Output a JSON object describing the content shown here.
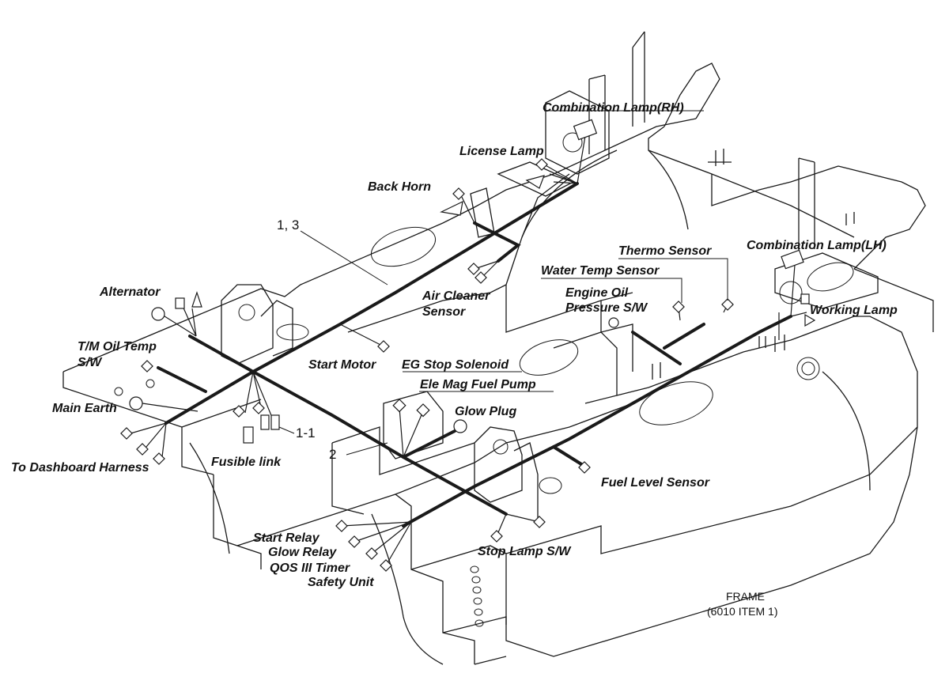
{
  "labels": {
    "combination_lamp_rh": "Combination Lamp(RH)",
    "license_lamp": "License Lamp",
    "back_horn": "Back Horn",
    "ref_1_3": "1, 3",
    "alternator": "Alternator",
    "air_cleaner_1": "Air Cleaner",
    "air_cleaner_2": "Sensor",
    "thermo_sensor": "Thermo Sensor",
    "combination_lamp_lh": "Combination Lamp(LH)",
    "water_temp_sensor": "Water Temp Sensor",
    "engine_oil_1": "Engine Oil",
    "engine_oil_2": "Pressure S/W",
    "working_lamp": "Working Lamp",
    "tm_oil_temp_1": "T/M Oil Temp",
    "tm_oil_temp_2": "S/W",
    "start_motor": "Start Motor",
    "eg_stop_solenoid": "EG Stop Solenoid",
    "ele_mag_fuel_pump": "Ele Mag Fuel Pump",
    "glow_plug": "Glow Plug",
    "main_earth": "Main Earth",
    "ref_1_1": "1-1",
    "ref_2": "2",
    "to_dashboard_harness": "To Dashboard Harness",
    "fusible_link": "Fusible link",
    "fuel_level_sensor": "Fuel Level Sensor",
    "start_relay": "Start Relay",
    "glow_relay": "Glow Relay",
    "qos_timer": "QOS III Timer",
    "safety_unit": "Safety Unit",
    "stop_lamp_sw": "Stop Lamp S/W",
    "frame_title": "FRAME",
    "frame_item": "(6010 ITEM 1)"
  }
}
